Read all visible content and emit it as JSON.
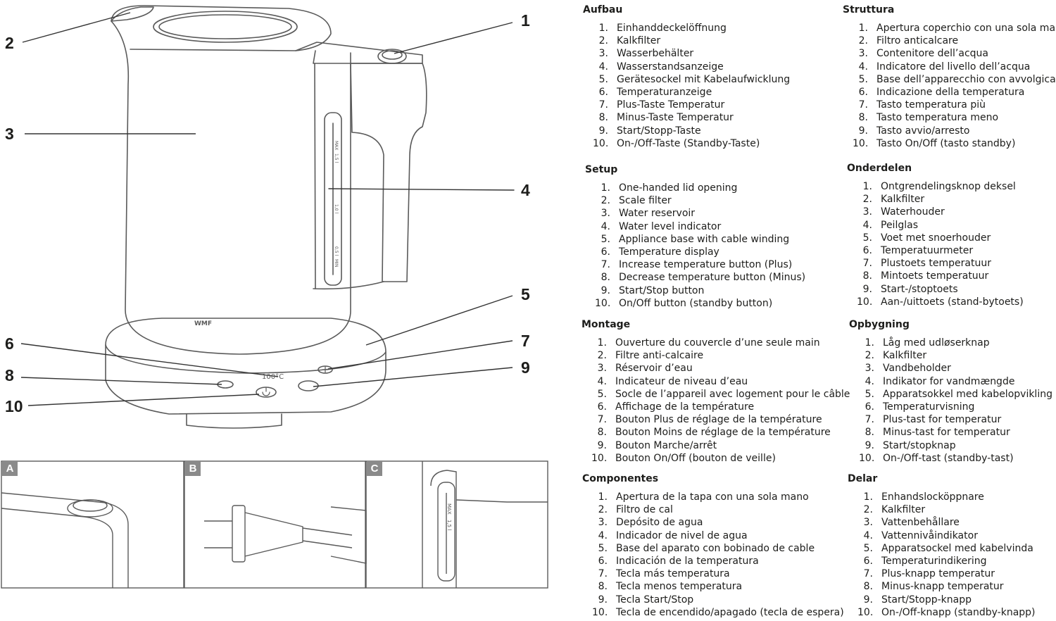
{
  "figure": {
    "callouts": [
      "1",
      "2",
      "3",
      "4",
      "5",
      "6",
      "7",
      "8",
      "9",
      "10"
    ],
    "panel_labels": [
      "A",
      "B",
      "C"
    ],
    "logo_text": "WMF",
    "water_scale": {
      "top": "MAX",
      "top_value": "1,5 l",
      "middle": "1,0 l",
      "bottom": "0,5 l",
      "bottom_label": "MIN"
    },
    "display_text": "100°C"
  },
  "languages": [
    {
      "title": "Aufbau",
      "items": [
        {
          "num": "1.",
          "text": "Einhanddeckelöffnung"
        },
        {
          "num": "2.",
          "text": "Kalkfilter"
        },
        {
          "num": "3.",
          "text": "Wasserbehälter"
        },
        {
          "num": "4.",
          "text": "Wasserstandsanzeige"
        },
        {
          "num": "5.",
          "text": "Gerätesockel mit Kabelaufwicklung"
        },
        {
          "num": "6.",
          "text": "Temperaturanzeige"
        },
        {
          "num": "7.",
          "text": "Plus-Taste Temperatur"
        },
        {
          "num": "8.",
          "text": "Minus-Taste Temperatur"
        },
        {
          "num": "9.",
          "text": "Start/Stopp-Taste"
        },
        {
          "num": "10.",
          "text": "On-/Off-Taste (Standby-Taste)"
        }
      ]
    },
    {
      "title": "Setup",
      "items": [
        {
          "num": "1.",
          "text": "One-handed lid opening"
        },
        {
          "num": "2.",
          "text": "Scale filter"
        },
        {
          "num": "3.",
          "text": "Water reservoir"
        },
        {
          "num": "4.",
          "text": "Water level indicator"
        },
        {
          "num": "5.",
          "text": "Appliance base with cable winding"
        },
        {
          "num": "6.",
          "text": "Temperature display"
        },
        {
          "num": "7.",
          "text": "Increase temperature button (Plus)"
        },
        {
          "num": "8.",
          "text": "Decrease temperature button (Minus)"
        },
        {
          "num": "9.",
          "text": "Start/Stop button"
        },
        {
          "num": "10.",
          "text": "On/Off button (standby button)"
        }
      ]
    },
    {
      "title": "Montage",
      "items": [
        {
          "num": "1.",
          "text": "Ouverture du couvercle d’une seule main"
        },
        {
          "num": "2.",
          "text": "Filtre anti-calcaire"
        },
        {
          "num": "3.",
          "text": "Réservoir d’eau"
        },
        {
          "num": "4.",
          "text": "Indicateur de niveau d’eau"
        },
        {
          "num": "5.",
          "text": "Socle de l’appareil avec logement pour le câble"
        },
        {
          "num": "6.",
          "text": "Affichage de la température"
        },
        {
          "num": "7.",
          "text": "Bouton Plus de réglage de la température"
        },
        {
          "num": "8.",
          "text": "Bouton Moins de réglage de la température"
        },
        {
          "num": "9.",
          "text": "Bouton Marche/arrêt"
        },
        {
          "num": "10.",
          "text": "Bouton On/Off (bouton de veille)"
        }
      ]
    },
    {
      "title": "Componentes",
      "items": [
        {
          "num": "1.",
          "text": "Apertura de la tapa con una sola mano"
        },
        {
          "num": "2.",
          "text": "Filtro de cal"
        },
        {
          "num": "3.",
          "text": "Depósito de agua"
        },
        {
          "num": "4.",
          "text": "Indicador de nivel de agua"
        },
        {
          "num": "5.",
          "text": "Base del aparato con bobinado de cable"
        },
        {
          "num": "6.",
          "text": "Indicación de la temperatura"
        },
        {
          "num": "7.",
          "text": "Tecla más temperatura"
        },
        {
          "num": "8.",
          "text": "Tecla menos temperatura"
        },
        {
          "num": "9.",
          "text": "Tecla Start/Stop"
        },
        {
          "num": "10.",
          "text": "Tecla de encendido/apagado (tecla de espera)"
        }
      ]
    },
    {
      "title": "Struttura",
      "items": [
        {
          "num": "1.",
          "text": "Apertura coperchio con una sola mano"
        },
        {
          "num": "2.",
          "text": "Filtro anticalcare"
        },
        {
          "num": "3.",
          "text": "Contenitore dell’acqua"
        },
        {
          "num": "4.",
          "text": "Indicatore del livello dell’acqua"
        },
        {
          "num": "5.",
          "text": "Base dell’apparecchio con avvolgicavo"
        },
        {
          "num": "6.",
          "text": "Indicazione della temperatura"
        },
        {
          "num": "7.",
          "text": "Tasto temperatura più"
        },
        {
          "num": "8.",
          "text": "Tasto temperatura meno"
        },
        {
          "num": "9.",
          "text": "Tasto avvio/arresto"
        },
        {
          "num": "10.",
          "text": "Tasto On/Off (tasto standby)"
        }
      ]
    },
    {
      "title": "Onderdelen",
      "items": [
        {
          "num": "1.",
          "text": "Ontgrendelingsknop deksel"
        },
        {
          "num": "2.",
          "text": "Kalkfilter"
        },
        {
          "num": "3.",
          "text": "Waterhouder"
        },
        {
          "num": "4.",
          "text": "Peilglas"
        },
        {
          "num": "5.",
          "text": "Voet met snoerhouder"
        },
        {
          "num": "6.",
          "text": "Temperatuurmeter"
        },
        {
          "num": "7.",
          "text": "Plustoets temperatuur"
        },
        {
          "num": "8.",
          "text": "Mintoets temperatuur"
        },
        {
          "num": "9.",
          "text": "Start-/stoptoets"
        },
        {
          "num": "10.",
          "text": "Aan-/uittoets (stand-bytoets)"
        }
      ]
    },
    {
      "title": "Opbygning",
      "items": [
        {
          "num": "1.",
          "text": "Låg med udløserknap"
        },
        {
          "num": "2.",
          "text": "Kalkfilter"
        },
        {
          "num": "3.",
          "text": "Vandbeholder"
        },
        {
          "num": "4.",
          "text": "Indikator for vandmængde"
        },
        {
          "num": "5.",
          "text": "Apparatsokkel med kabelopvikling"
        },
        {
          "num": "6.",
          "text": "Temperaturvisning"
        },
        {
          "num": "7.",
          "text": "Plus-tast for temperatur"
        },
        {
          "num": "8.",
          "text": "Minus-tast for temperatur"
        },
        {
          "num": "9.",
          "text": "Start/stopknap"
        },
        {
          "num": "10.",
          "text": "On-/Off-tast (standby-tast)"
        }
      ]
    },
    {
      "title": "Delar",
      "items": [
        {
          "num": "1.",
          "text": "Enhandslocköppnare"
        },
        {
          "num": "2.",
          "text": "Kalkfilter"
        },
        {
          "num": "3.",
          "text": "Vattenbehållare"
        },
        {
          "num": "4.",
          "text": "Vattennivåindikator"
        },
        {
          "num": "5.",
          "text": "Apparatsockel med kabelvinda"
        },
        {
          "num": "6.",
          "text": "Temperaturindikering"
        },
        {
          "num": "7.",
          "text": "Plus-knapp temperatur"
        },
        {
          "num": "8.",
          "text": "Minus-knapp temperatur"
        },
        {
          "num": "9.",
          "text": "Start/Stopp-knapp"
        },
        {
          "num": "10.",
          "text": "On-/Off-knapp (standby-knapp)"
        }
      ]
    }
  ]
}
